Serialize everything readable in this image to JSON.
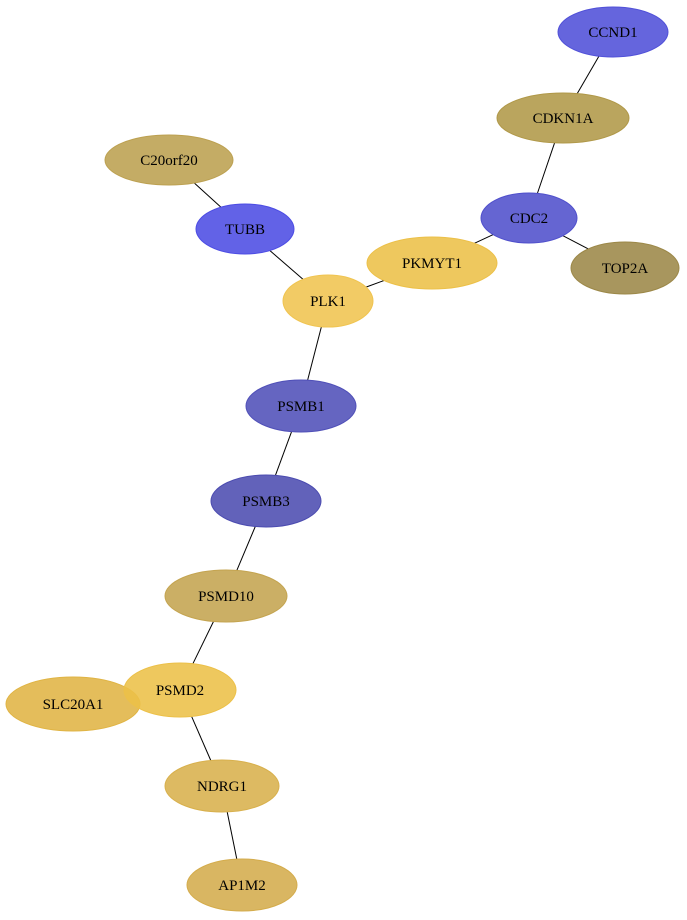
{
  "nodes": [
    {
      "id": "CCND1",
      "label": "CCND1",
      "color": "#5050d8"
    },
    {
      "id": "CDKN1A",
      "label": "CDKN1A",
      "color": "#b09848"
    },
    {
      "id": "C20orf20",
      "label": "C20orf20",
      "color": "#bca050"
    },
    {
      "id": "CDC2",
      "label": "CDC2",
      "color": "#5050cc"
    },
    {
      "id": "TUBB",
      "label": "TUBB",
      "color": "#4c4ce4"
    },
    {
      "id": "PKMYT1",
      "label": "PKMYT1",
      "color": "#ecc048"
    },
    {
      "id": "TOP2A",
      "label": "TOP2A",
      "color": "#9c8848"
    },
    {
      "id": "PLK1",
      "label": "PLK1",
      "color": "#f0c450"
    },
    {
      "id": "PSMB1",
      "label": "PSMB1",
      "color": "#5050b8"
    },
    {
      "id": "PSMB3",
      "label": "PSMB3",
      "color": "#4c4cb0"
    },
    {
      "id": "PSMD10",
      "label": "PSMD10",
      "color": "#c4a450"
    },
    {
      "id": "SLC20A1",
      "label": "SLC20A1",
      "color": "#e0b444"
    },
    {
      "id": "PSMD2",
      "label": "PSMD2",
      "color": "#ecc048"
    },
    {
      "id": "NDRG1",
      "label": "NDRG1",
      "color": "#d8b04c"
    },
    {
      "id": "AP1M2",
      "label": "AP1M2",
      "color": "#d4ac4c"
    }
  ],
  "edges": [
    [
      "CCND1",
      "CDKN1A"
    ],
    [
      "CDKN1A",
      "CDC2"
    ],
    [
      "CDC2",
      "PKMYT1"
    ],
    [
      "CDC2",
      "TOP2A"
    ],
    [
      "C20orf20",
      "TUBB"
    ],
    [
      "TUBB",
      "PLK1"
    ],
    [
      "PKMYT1",
      "PLK1"
    ],
    [
      "PLK1",
      "PSMB1"
    ],
    [
      "PSMB1",
      "PSMB3"
    ],
    [
      "PSMB3",
      "PSMD10"
    ],
    [
      "PSMD10",
      "PSMD2"
    ],
    [
      "PSMD2",
      "NDRG1"
    ],
    [
      "NDRG1",
      "AP1M2"
    ]
  ]
}
